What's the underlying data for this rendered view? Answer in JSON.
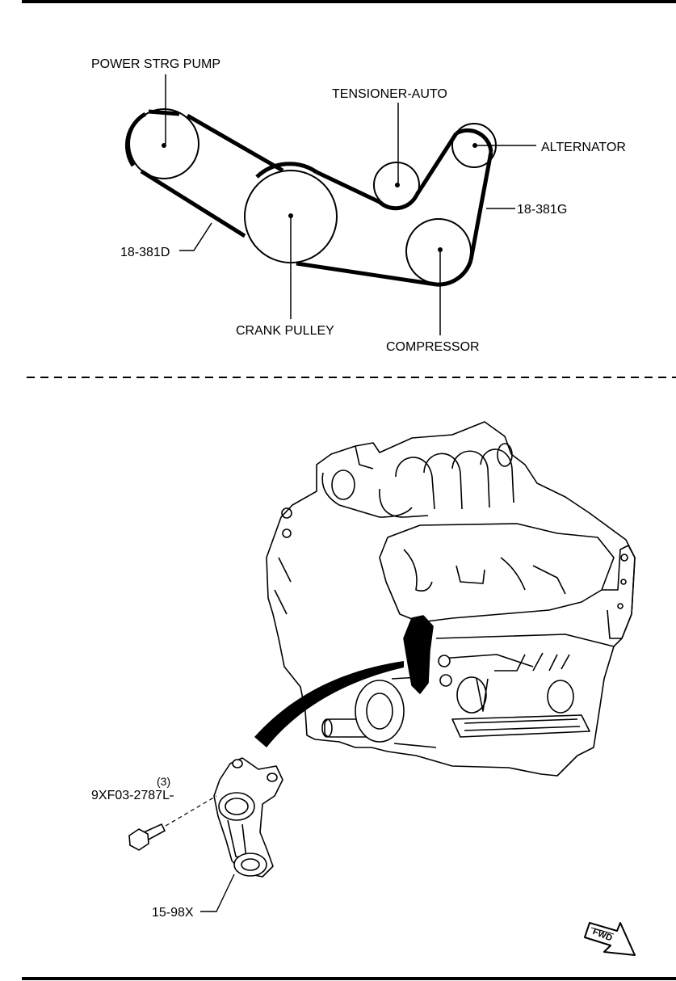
{
  "belt_diagram": {
    "labels": {
      "power_strg_pump": "POWER STRG PUMP",
      "tensioner_auto": "TENSIONER-AUTO",
      "alternator": "ALTERNATOR",
      "belt_g": "18-381G",
      "belt_d": "18-381D",
      "crank_pulley": "CRANK PULLEY",
      "compressor": "COMPRESSOR"
    }
  },
  "engine_detail": {
    "bolt_qty": "(3)",
    "bolt_part": "9XF03-2787L",
    "tensioner_part": "15-98X",
    "fwd": "FWD"
  }
}
